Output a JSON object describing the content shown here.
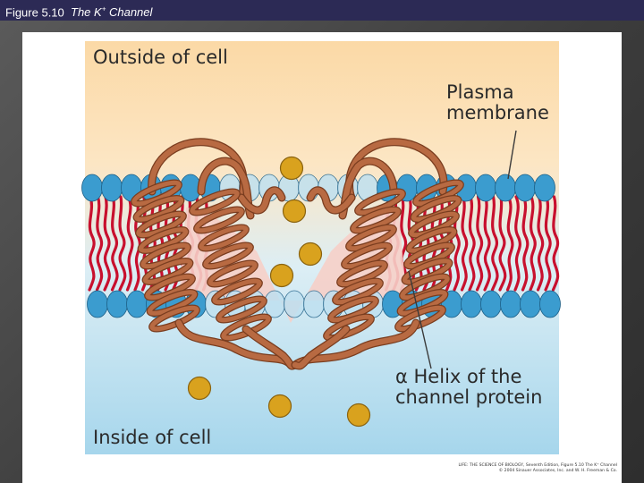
{
  "slide": {
    "title_prefix": "Figure 5.10",
    "title_main": "The K",
    "title_sup": "+",
    "title_suffix": " Channel"
  },
  "labels": {
    "outside": "Outside of cell",
    "membrane_line1": "Plasma",
    "membrane_line2": "membrane",
    "helix_greek": "α",
    "helix_line1": " Helix of the",
    "helix_line2": "channel protein",
    "inside": "Inside of cell"
  },
  "credit": {
    "line1": "LIFE: THE SCIENCE OF BIOLOGY, Seventh Edition, Figure 5.10 The K⁺ Channel",
    "line2": "© 2004 Sinauer Associates, Inc. and W. H. Freeman & Co."
  },
  "colors": {
    "title_bar": "#2c2a55",
    "outside_top": "#fbd8a4",
    "inside_bottom": "#a8d8ee",
    "lipid_head": "#3b9ccf",
    "lipid_tail": "#c8102e",
    "protein": "#b86a42",
    "ion": "#d9a21e"
  },
  "ions": [
    {
      "name": "ion-outside"
    },
    {
      "name": "ion-channel-upper"
    },
    {
      "name": "ion-channel-middle"
    },
    {
      "name": "ion-channel-lower"
    },
    {
      "name": "ion-inside-left"
    },
    {
      "name": "ion-inside-middle"
    },
    {
      "name": "ion-inside-right"
    }
  ]
}
